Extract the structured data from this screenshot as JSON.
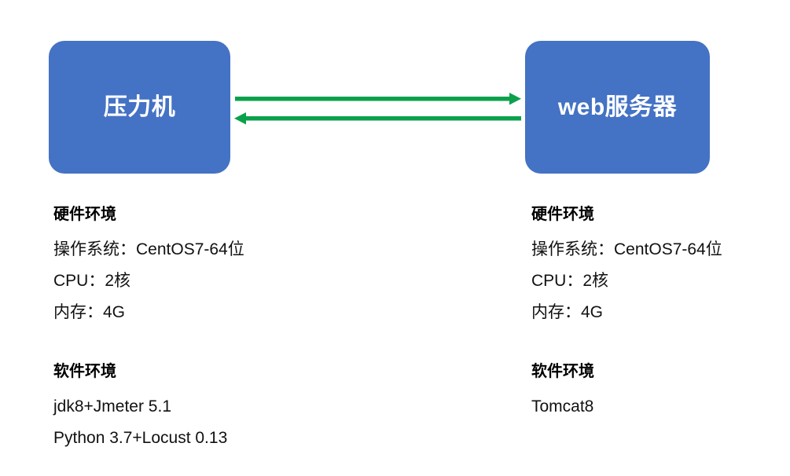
{
  "diagram": {
    "title_left": "压力机",
    "title_right": "web服务器",
    "colors": {
      "box_fill": "#4472C4",
      "box_text": "#FFFFFF",
      "arrow": "#0BA14B",
      "background": "#FFFFFF",
      "body_text": "#111111"
    },
    "nodes": [
      {
        "id": "load-generator",
        "label": "压力机",
        "hardware": {
          "heading": "硬件环境",
          "lines": [
            "操作系统：CentOS7-64位",
            "CPU：2核",
            "内存：4G"
          ]
        },
        "software": {
          "heading": "软件环境",
          "lines": [
            "jdk8+Jmeter 5.1",
            "Python 3.7+Locust 0.13"
          ]
        }
      },
      {
        "id": "web-server",
        "label": "web服务器",
        "hardware": {
          "heading": "硬件环境",
          "lines": [
            "操作系统：CentOS7-64位",
            "CPU：2核",
            "内存：4G"
          ]
        },
        "software": {
          "heading": "软件环境",
          "lines": [
            "Tomcat8"
          ]
        }
      }
    ],
    "connections": [
      {
        "id": "request",
        "direction": "right",
        "label": ""
      },
      {
        "id": "response",
        "direction": "left",
        "label": ""
      }
    ]
  }
}
